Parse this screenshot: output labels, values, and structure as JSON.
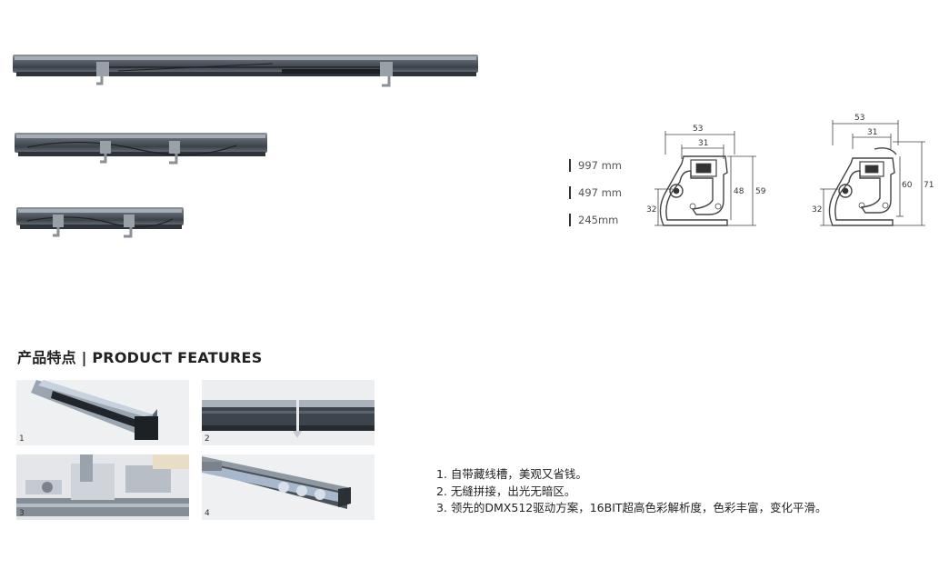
{
  "lengths": [
    {
      "label": "997 mm"
    },
    {
      "label": "497 mm"
    },
    {
      "label": "245mm"
    }
  ],
  "drawing_left": {
    "width": "53",
    "inner_width": "31",
    "height": "59",
    "inner_height": "48",
    "mount": "32"
  },
  "drawing_right": {
    "width": "53",
    "inner_width": "31",
    "height": "71",
    "inner_height": "60",
    "mount": "32"
  },
  "section": {
    "title": "产品特点 | PRODUCT FEATURES"
  },
  "photos": [
    {
      "num": "1"
    },
    {
      "num": "2"
    },
    {
      "num": "3"
    },
    {
      "num": "4"
    }
  ],
  "features": [
    "1. 自带藏线槽，美观又省钱。",
    "2. 无缝拼接，出光无暗区。",
    "3. 领先的DMX512驱动方案，16BIT超高色彩解析度，色彩丰富，变化平滑。"
  ]
}
